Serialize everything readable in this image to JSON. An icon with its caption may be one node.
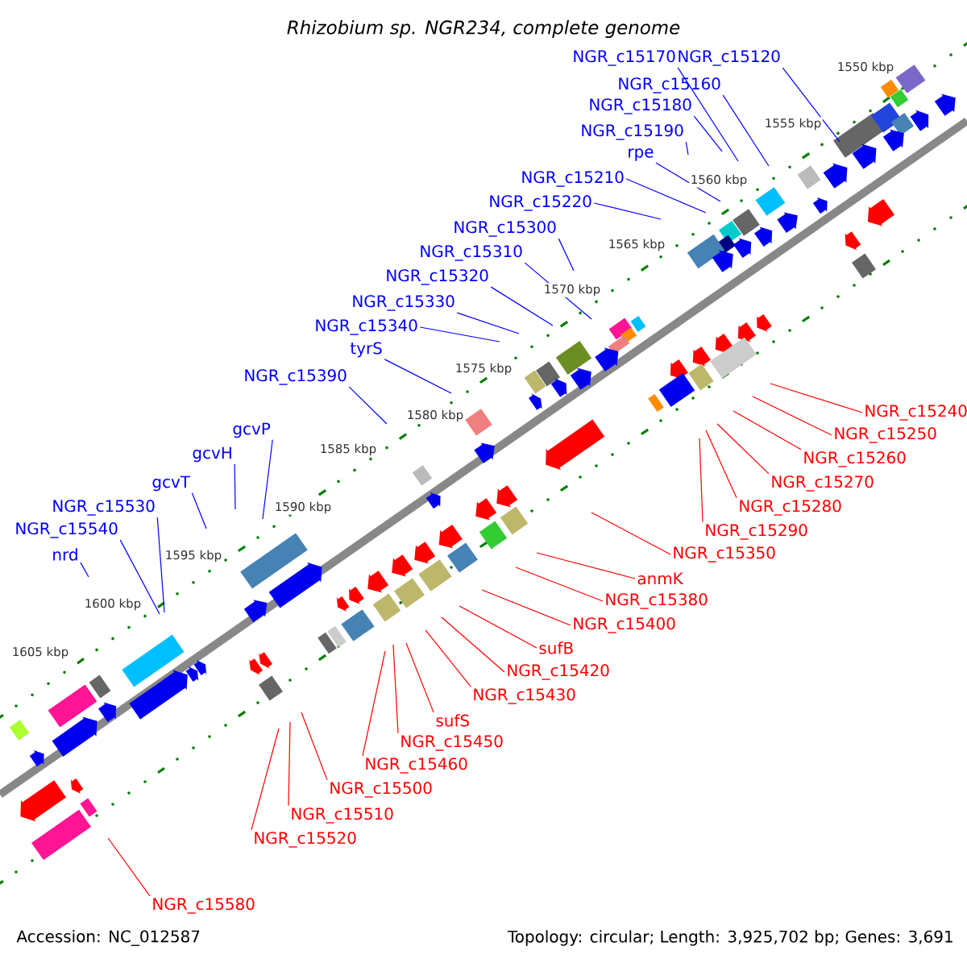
{
  "diagram": {
    "title": "*Rhizobium* sp. NGR234, complete genome",
    "nodes": [
      {
        "text": [
          "NGR_c15170"
        ]
      },
      {
        "text": [
          "NGR_c15120"
        ]
      },
      {
        "text": [
          "NGR_c15160"
        ]
      },
      {
        "text": [
          "NGR_c15180"
        ]
      },
      {
        "text": [
          "NGR_c15190"
        ]
      },
      {
        "text": [
          "rpe"
        ]
      },
      {
        "text": [
          "NGR_c15210"
        ]
      },
      {
        "text": [
          "NGR_c15220"
        ]
      },
      {
        "text": [
          "NGR_c15300"
        ]
      },
      {
        "text": [
          "NGR_c15310"
        ]
      },
      {
        "text": [
          "NGR_c15320"
        ]
      },
      {
        "text": [
          "NGR_c15330"
        ]
      },
      {
        "text": [
          "NGR_c15340"
        ]
      },
      {
        "text": [
          "tyrS"
        ]
      },
      {
        "text": [
          "NGR_c15390"
        ]
      },
      {
        "text": [
          "gcvP"
        ]
      },
      {
        "text": [
          "gcvH"
        ]
      },
      {
        "text": [
          "gcvT"
        ]
      },
      {
        "text": [
          "NGR_c15530"
        ]
      },
      {
        "text": [
          "NGR_c15540"
        ]
      },
      {
        "text": [
          "nrd"
        ]
      },
      {
        "text": [
          "NGR_c15240"
        ]
      },
      {
        "text": [
          "NGR_c15250"
        ]
      },
      {
        "text": [
          "NGR_c15260"
        ]
      },
      {
        "text": [
          "NGR_c15270"
        ]
      },
      {
        "text": [
          "NGR_c15280"
        ]
      },
      {
        "text": [
          "NGR_c15290"
        ]
      },
      {
        "text": [
          "NGR_c15350"
        ]
      },
      {
        "text": [
          "anmK"
        ]
      },
      {
        "text": [
          "NGR_c15380"
        ]
      },
      {
        "text": [
          "NGR_c15400"
        ]
      },
      {
        "text": [
          "sufB"
        ]
      },
      {
        "text": [
          "NGR_c15420"
        ]
      },
      {
        "text": [
          "NGR_c15430"
        ]
      },
      {
        "text": [
          "sufS"
        ]
      },
      {
        "text": [
          "NGR_c15450"
        ]
      },
      {
        "text": [
          "NGR_c15460"
        ]
      },
      {
        "text": [
          "NGR_c15500"
        ]
      },
      {
        "text": [
          "NGR_c15510"
        ]
      },
      {
        "text": [
          "NGR_c15520"
        ]
      },
      {
        "text": [
          "NGR_c15580"
        ]
      }
    ],
    "edges": [
      {
        "from": 0,
        "to": null,
        "arrow": "none",
        "color": "#0000ff"
      },
      {
        "from": 1,
        "to": null,
        "arrow": "none",
        "color": "#0000ff"
      },
      {
        "from": 2,
        "to": null,
        "arrow": "none",
        "color": "#0000ff"
      },
      {
        "from": 3,
        "to": null,
        "arrow": "none",
        "color": "#0000ff"
      },
      {
        "from": 4,
        "to": null,
        "arrow": "none",
        "color": "#0000ff"
      },
      {
        "from": 5,
        "to": null,
        "arrow": "none",
        "color": "#0000ff"
      },
      {
        "from": 6,
        "to": null,
        "arrow": "none",
        "color": "#0000ff"
      },
      {
        "from": 7,
        "to": null,
        "arrow": "none",
        "color": "#0000ff"
      },
      {
        "from": 8,
        "to": null,
        "arrow": "none",
        "color": "#0000ff"
      },
      {
        "from": 9,
        "to": null,
        "arrow": "none",
        "color": "#0000ff"
      },
      {
        "from": 10,
        "to": null,
        "arrow": "none",
        "color": "#0000ff"
      },
      {
        "from": 11,
        "to": null,
        "arrow": "none",
        "color": "#0000ff"
      },
      {
        "from": 12,
        "to": null,
        "arrow": "none",
        "color": "#0000ff"
      },
      {
        "from": 13,
        "to": null,
        "arrow": "none",
        "color": "#0000ff"
      },
      {
        "from": 14,
        "to": null,
        "arrow": "none",
        "color": "#0000ff"
      },
      {
        "from": 15,
        "to": null,
        "arrow": "none",
        "color": "#0000ff"
      },
      {
        "from": 16,
        "to": null,
        "arrow": "none",
        "color": "#0000ff"
      },
      {
        "from": 17,
        "to": null,
        "arrow": "none",
        "color": "#0000ff"
      },
      {
        "from": 18,
        "to": null,
        "arrow": "none",
        "color": "#0000ff"
      },
      {
        "from": 19,
        "to": null,
        "arrow": "none",
        "color": "#0000ff"
      },
      {
        "from": 20,
        "to": null,
        "arrow": "none",
        "color": "#0000ff"
      },
      {
        "from": 21,
        "to": null,
        "arrow": "none",
        "color": "#ff0000"
      },
      {
        "from": 22,
        "to": null,
        "arrow": "none",
        "color": "#ff0000"
      },
      {
        "from": 23,
        "to": null,
        "arrow": "none",
        "color": "#ff0000"
      },
      {
        "from": 24,
        "to": null,
        "arrow": "none",
        "color": "#ff0000"
      },
      {
        "from": 25,
        "to": null,
        "arrow": "none",
        "color": "#ff0000"
      },
      {
        "from": 26,
        "to": null,
        "arrow": "none",
        "color": "#ff0000"
      },
      {
        "from": 27,
        "to": null,
        "arrow": "none",
        "color": "#ff0000"
      },
      {
        "from": 28,
        "to": null,
        "arrow": "none",
        "color": "#ff0000"
      },
      {
        "from": 29,
        "to": null,
        "arrow": "none",
        "color": "#ff0000"
      },
      {
        "from": 30,
        "to": null,
        "arrow": "none",
        "color": "#ff0000"
      },
      {
        "from": 31,
        "to": null,
        "arrow": "none",
        "color": "#ff0000"
      },
      {
        "from": 32,
        "to": null,
        "arrow": "none",
        "color": "#ff0000"
      },
      {
        "from": 33,
        "to": null,
        "arrow": "none",
        "color": "#ff0000"
      },
      {
        "from": 34,
        "to": null,
        "arrow": "none",
        "color": "#ff0000"
      },
      {
        "from": 35,
        "to": null,
        "arrow": "none",
        "color": "#ff0000"
      },
      {
        "from": 36,
        "to": null,
        "arrow": "none",
        "color": "#ff0000"
      },
      {
        "from": 37,
        "to": null,
        "arrow": "none",
        "color": "#ff0000"
      },
      {
        "from": 38,
        "to": null,
        "arrow": "none",
        "color": "#ff0000"
      },
      {
        "from": 39,
        "to": null,
        "arrow": "none",
        "color": "#ff0000"
      },
      {
        "from": 40,
        "to": null,
        "arrow": "none",
        "color": "#ff0000"
      }
    ],
    "labels": [
      "1550 kbp",
      "1555 kbp",
      "1560 kbp",
      "1565 kbp",
      "1570 kbp",
      "1575 kbp",
      "1580 kbp",
      "1585 kbp",
      "1590 kbp",
      "1595 kbp",
      "1600 kbp",
      "1605 kbp",
      "Accession: NC_012587",
      "Topology: circular; Length: 3,925,702 bp; Genes: 3,691"
    ]
  }
}
